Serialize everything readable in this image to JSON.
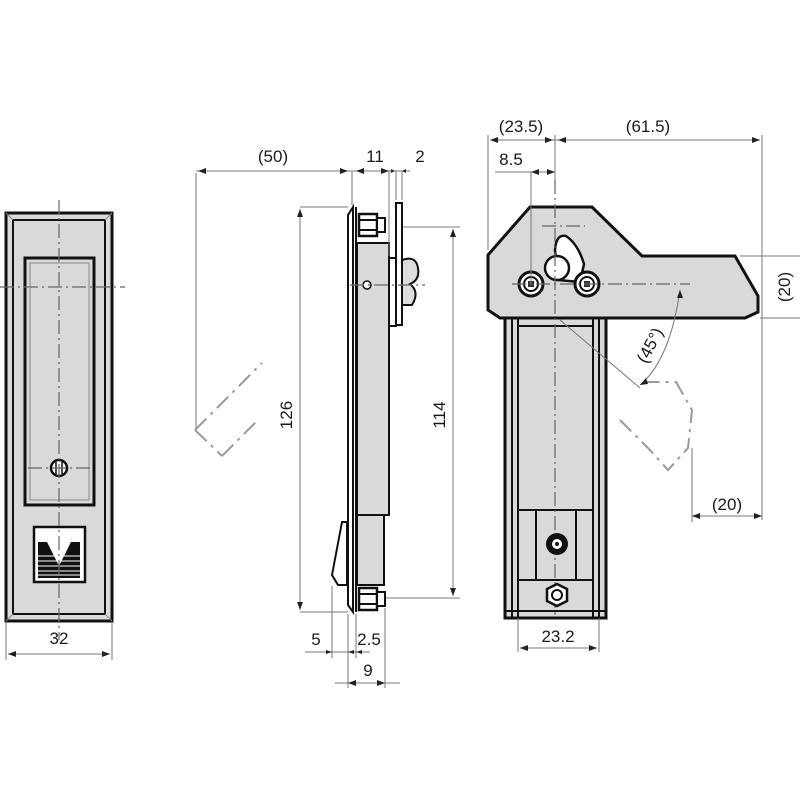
{
  "drawing": {
    "title": "Flush latch dimensional drawing",
    "colors": {
      "body_fill": "#d9d9d9",
      "outline": "#111111",
      "dimension_line": "#777777"
    },
    "front_view": {
      "width_label": "32"
    },
    "side_view": {
      "handle_open_label": "(50)",
      "depth_label": "11",
      "plate_label": "2",
      "overall_height_label": "126",
      "mount_pitch_label": "114",
      "handle_offset_label": "5",
      "flange_label": "2.5",
      "body_depth_label": "9"
    },
    "rear_view": {
      "cam_offset_label": "(23.5)",
      "cam_reach_label": "(61.5)",
      "pivot_offset_label": "8.5",
      "cam_height_label": "(20)",
      "rotation_angle_label": "(45°)",
      "swing_label": "(20)",
      "body_width_label": "23.2"
    }
  }
}
